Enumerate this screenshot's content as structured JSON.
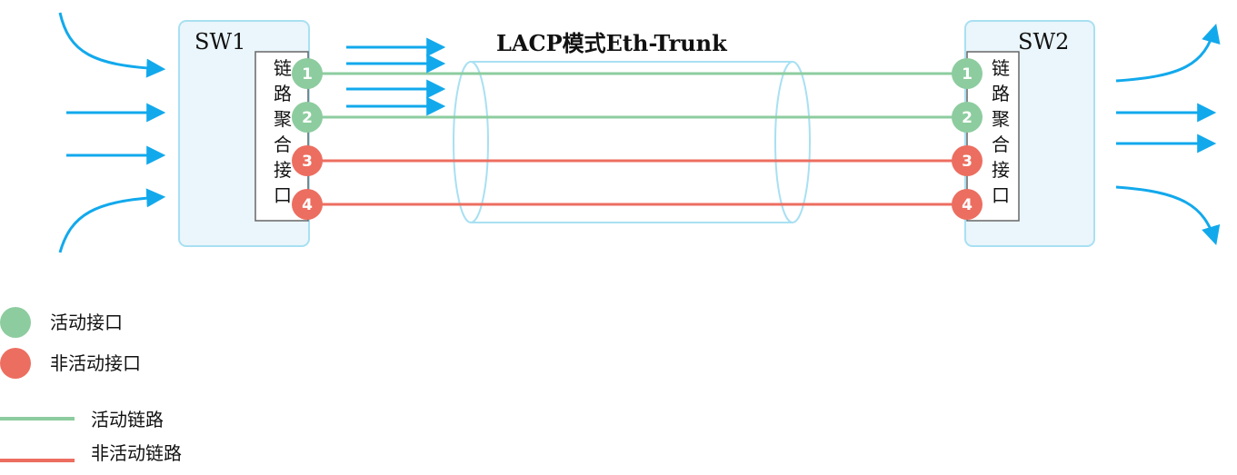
{
  "title": "LACP模式Eth-Trunk",
  "switches": {
    "left": {
      "name": "SW1"
    },
    "right": {
      "name": "SW2"
    }
  },
  "aggregation_label_chars": [
    "链",
    "路",
    "聚",
    "合",
    "接",
    "口"
  ],
  "ports": [
    {
      "number": "1",
      "status": "active"
    },
    {
      "number": "2",
      "status": "active"
    },
    {
      "number": "3",
      "status": "inactive"
    },
    {
      "number": "4",
      "status": "inactive"
    }
  ],
  "legend": {
    "active_port": "活动接口",
    "inactive_port": "非活动接口",
    "active_link": "活动链路",
    "inactive_link": "非活动链路"
  },
  "colors": {
    "active": "#8dcc9f",
    "inactive": "#ec6e60",
    "flow_arrow": "#12a9ec",
    "switch_border": "#a9e0f2",
    "switch_fill": "#eaf6fb",
    "tunnel": "#a9e0f2"
  }
}
